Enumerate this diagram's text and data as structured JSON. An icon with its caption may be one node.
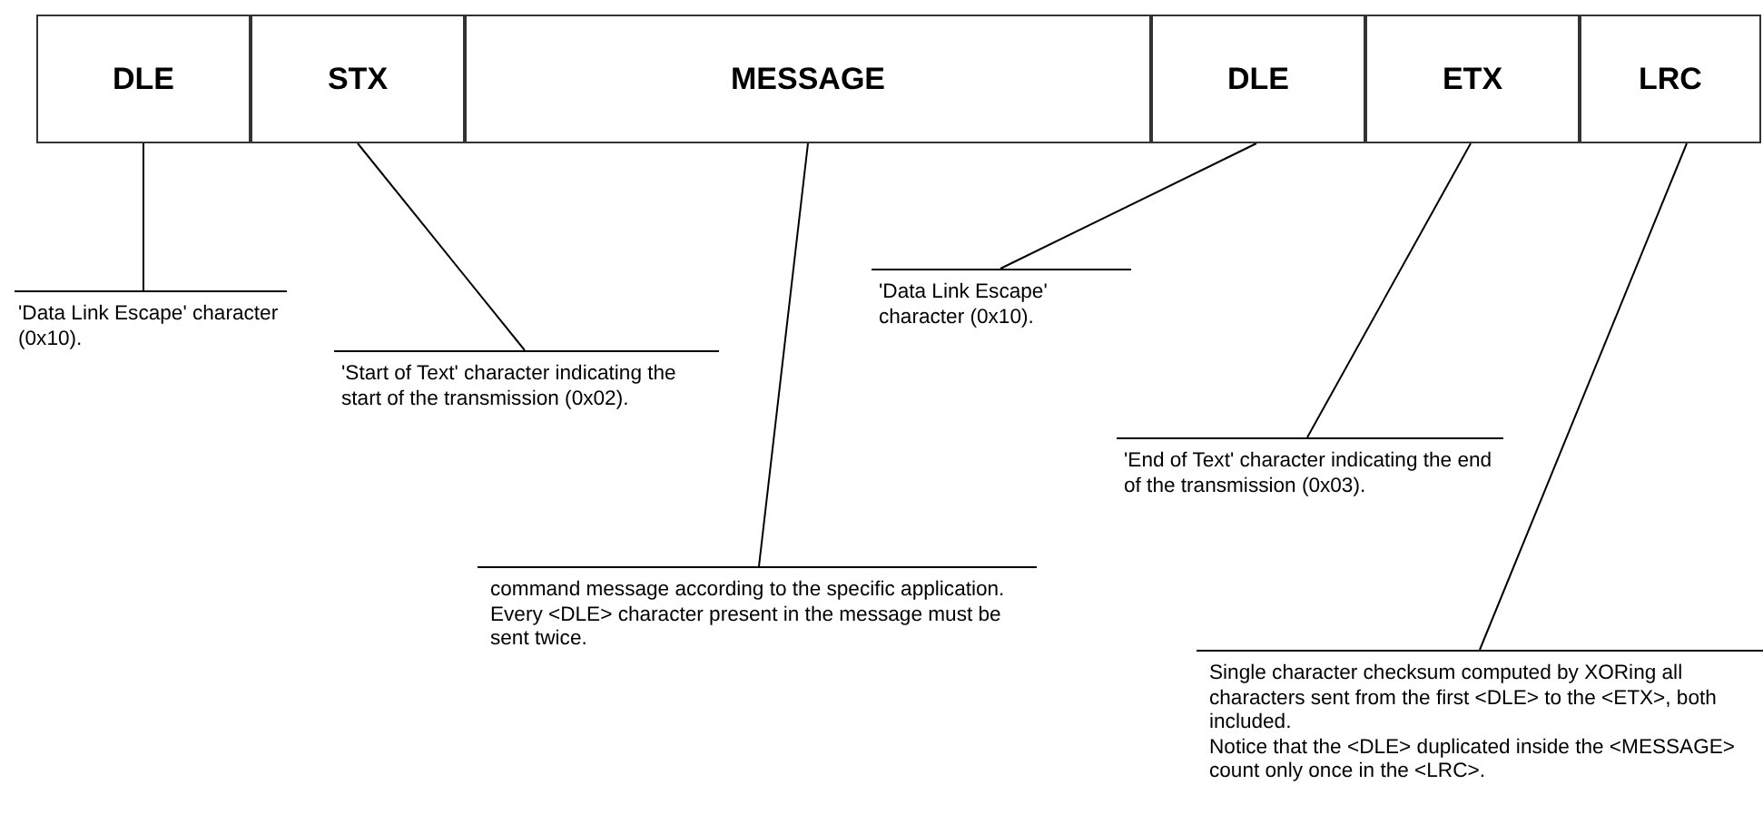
{
  "diagram": {
    "nodes": [
      {
        "text": [
          "DLE"
        ]
      },
      {
        "text": [
          "STX"
        ]
      },
      {
        "text": [
          "MESSAGE"
        ]
      },
      {
        "text": [
          "DLE"
        ]
      },
      {
        "text": [
          "ETX"
        ]
      },
      {
        "text": [
          "LRC"
        ]
      },
      {
        "text": [
          "'Data Link Escape' character (0x10)."
        ]
      },
      {
        "text": [
          "'Start of Text' character indicating the start of the transmission (0x02)."
        ]
      },
      {
        "text": [
          "command message according to the specific application.",
          "Every <DLE> character present in the message must be sent twice."
        ]
      },
      {
        "text": [
          "'Data Link Escape' character (0x10)."
        ]
      },
      {
        "text": [
          "'End of Text' character indicating the end of the transmission (0x03)."
        ]
      },
      {
        "text": [
          "Single character checksum computed by XORing all characters sent from the first <DLE> to the <ETX>, both included.",
          "Notice that the <DLE> duplicated inside the <MESSAGE> count only once in the <LRC>."
        ]
      }
    ],
    "edges": [
      {
        "from": 6,
        "to": 0,
        "arrow": "none"
      },
      {
        "from": 7,
        "to": 1,
        "arrow": "none"
      },
      {
        "from": 8,
        "to": 2,
        "arrow": "none"
      },
      {
        "from": 9,
        "to": 3,
        "arrow": "none"
      },
      {
        "from": 10,
        "to": 4,
        "arrow": "none"
      },
      {
        "from": 11,
        "to": 5,
        "arrow": "none"
      }
    ]
  }
}
